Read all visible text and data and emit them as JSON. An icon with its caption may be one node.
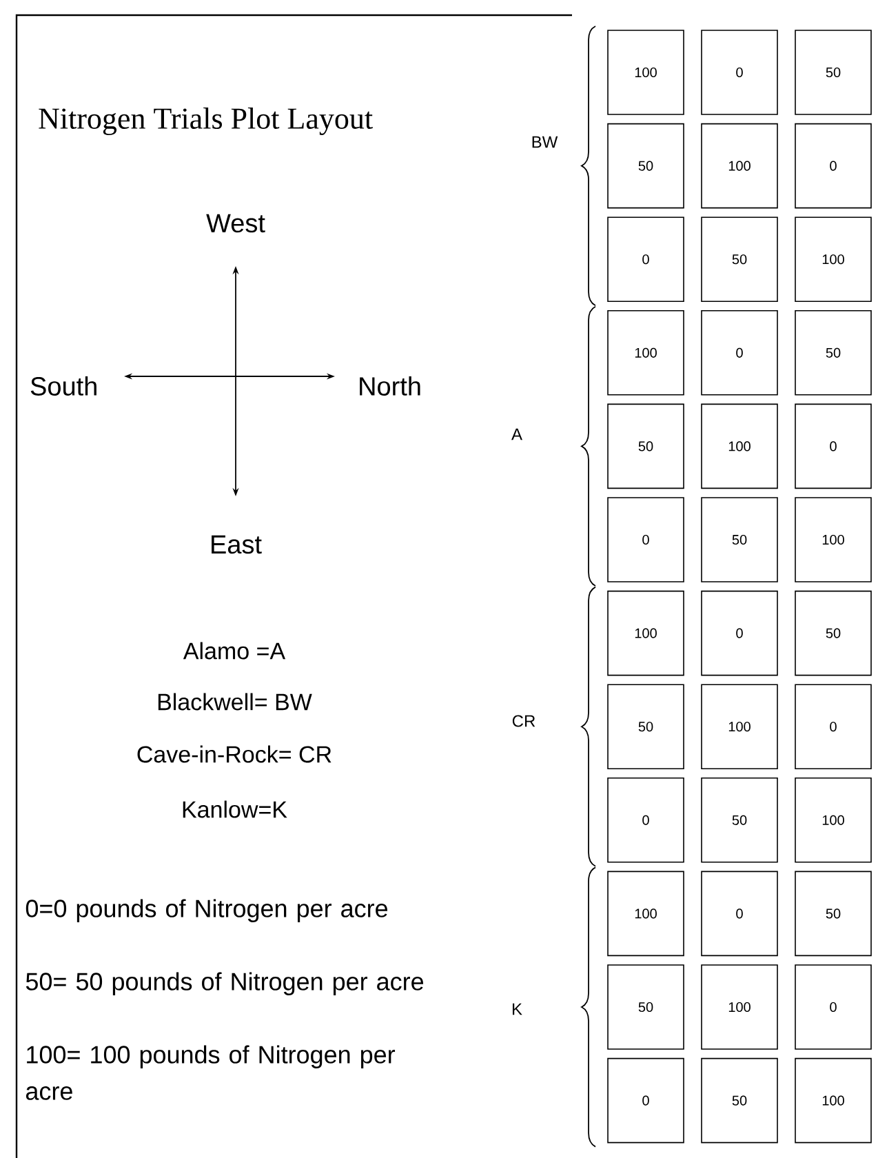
{
  "diagram": {
    "title": "Nitrogen Trials Plot Layout",
    "nodes": [
      {
        "text": [
          "100"
        ]
      },
      {
        "text": [
          "0"
        ]
      },
      {
        "text": [
          "50"
        ]
      },
      {
        "text": [
          "50"
        ]
      },
      {
        "text": [
          "100"
        ]
      },
      {
        "text": [
          "0"
        ]
      },
      {
        "text": [
          "0"
        ]
      },
      {
        "text": [
          "50"
        ]
      },
      {
        "text": [
          "100"
        ]
      },
      {
        "text": [
          "100"
        ]
      },
      {
        "text": [
          "0"
        ]
      },
      {
        "text": [
          "50"
        ]
      },
      {
        "text": [
          "50"
        ]
      },
      {
        "text": [
          "100"
        ]
      },
      {
        "text": [
          "0"
        ]
      },
      {
        "text": [
          "0"
        ]
      },
      {
        "text": [
          "50"
        ]
      },
      {
        "text": [
          "100"
        ]
      },
      {
        "text": [
          "100"
        ]
      },
      {
        "text": [
          "0"
        ]
      },
      {
        "text": [
          "50"
        ]
      },
      {
        "text": [
          "50"
        ]
      },
      {
        "text": [
          "100"
        ]
      },
      {
        "text": [
          "0"
        ]
      },
      {
        "text": [
          "0"
        ]
      },
      {
        "text": [
          "50"
        ]
      },
      {
        "text": [
          "100"
        ]
      },
      {
        "text": [
          "100"
        ]
      },
      {
        "text": [
          "0"
        ]
      },
      {
        "text": [
          "50"
        ]
      },
      {
        "text": [
          "50"
        ]
      },
      {
        "text": [
          "100"
        ]
      },
      {
        "text": [
          "0"
        ]
      },
      {
        "text": [
          "0"
        ]
      },
      {
        "text": [
          "50"
        ]
      },
      {
        "text": [
          "100"
        ]
      }
    ],
    "edges": [],
    "labels": [
      "West",
      "South",
      "North",
      "East",
      "BW",
      "A",
      "CR",
      "K",
      "Alamo =A",
      "Blackwell= BW",
      "Cave-in-Rock= CR",
      "Kanlow=K",
      "0=0 pounds of Nitrogen per acre",
      "50= 50 pounds of Nitrogen per acre",
      "100= 100 pounds of Nitrogen per acre"
    ]
  }
}
